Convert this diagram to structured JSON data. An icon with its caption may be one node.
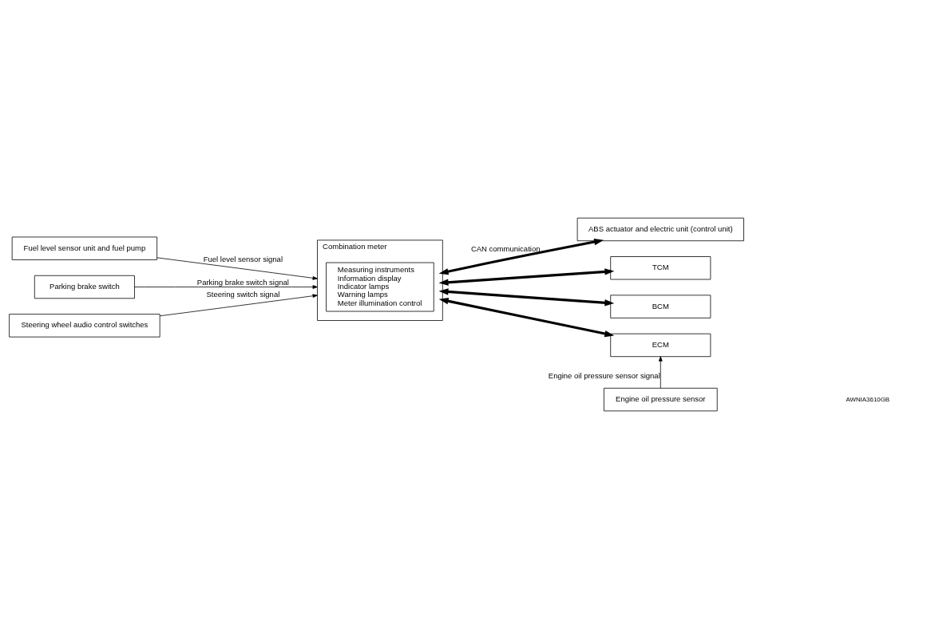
{
  "diagram": {
    "nodes": [
      {
        "text": [
          "Fuel level sensor unit and fuel pump"
        ]
      },
      {
        "text": [
          "Parking brake switch"
        ]
      },
      {
        "text": [
          "Steering wheel audio control switches"
        ]
      },
      {
        "text": [
          "Combination meter"
        ]
      },
      {
        "text": [
          "Measuring instruments",
          "Information display",
          "Indicator lamps",
          "Warning lamps",
          "Meter illumination control"
        ],
        "in": 3
      },
      {
        "text": [
          "ABS actuator and electric unit (control unit)"
        ]
      },
      {
        "text": [
          "TCM"
        ]
      },
      {
        "text": [
          "BCM"
        ]
      },
      {
        "text": [
          "ECM"
        ]
      },
      {
        "text": [
          "Engine oil pressure sensor"
        ]
      }
    ],
    "edges": [
      {
        "from": 0,
        "to": 3,
        "arrow": "to",
        "label": "Fuel level sensor signal"
      },
      {
        "from": 1,
        "to": 3,
        "arrow": "to",
        "label": "Parking brake switch signal"
      },
      {
        "from": 2,
        "to": 3,
        "arrow": "to",
        "label": "Steering switch signal"
      },
      {
        "from": 3,
        "to": 5,
        "arrow": "both",
        "style": "thick",
        "label": "CAN communication"
      },
      {
        "from": 3,
        "to": 6,
        "arrow": "both",
        "style": "thick"
      },
      {
        "from": 3,
        "to": 7,
        "arrow": "both",
        "style": "thick"
      },
      {
        "from": 3,
        "to": 8,
        "arrow": "both",
        "style": "thick"
      },
      {
        "from": 9,
        "to": 8,
        "arrow": "to",
        "label": "Engine oil pressure sensor signal"
      }
    ],
    "labels": [
      "AWNIA3610GB"
    ]
  }
}
